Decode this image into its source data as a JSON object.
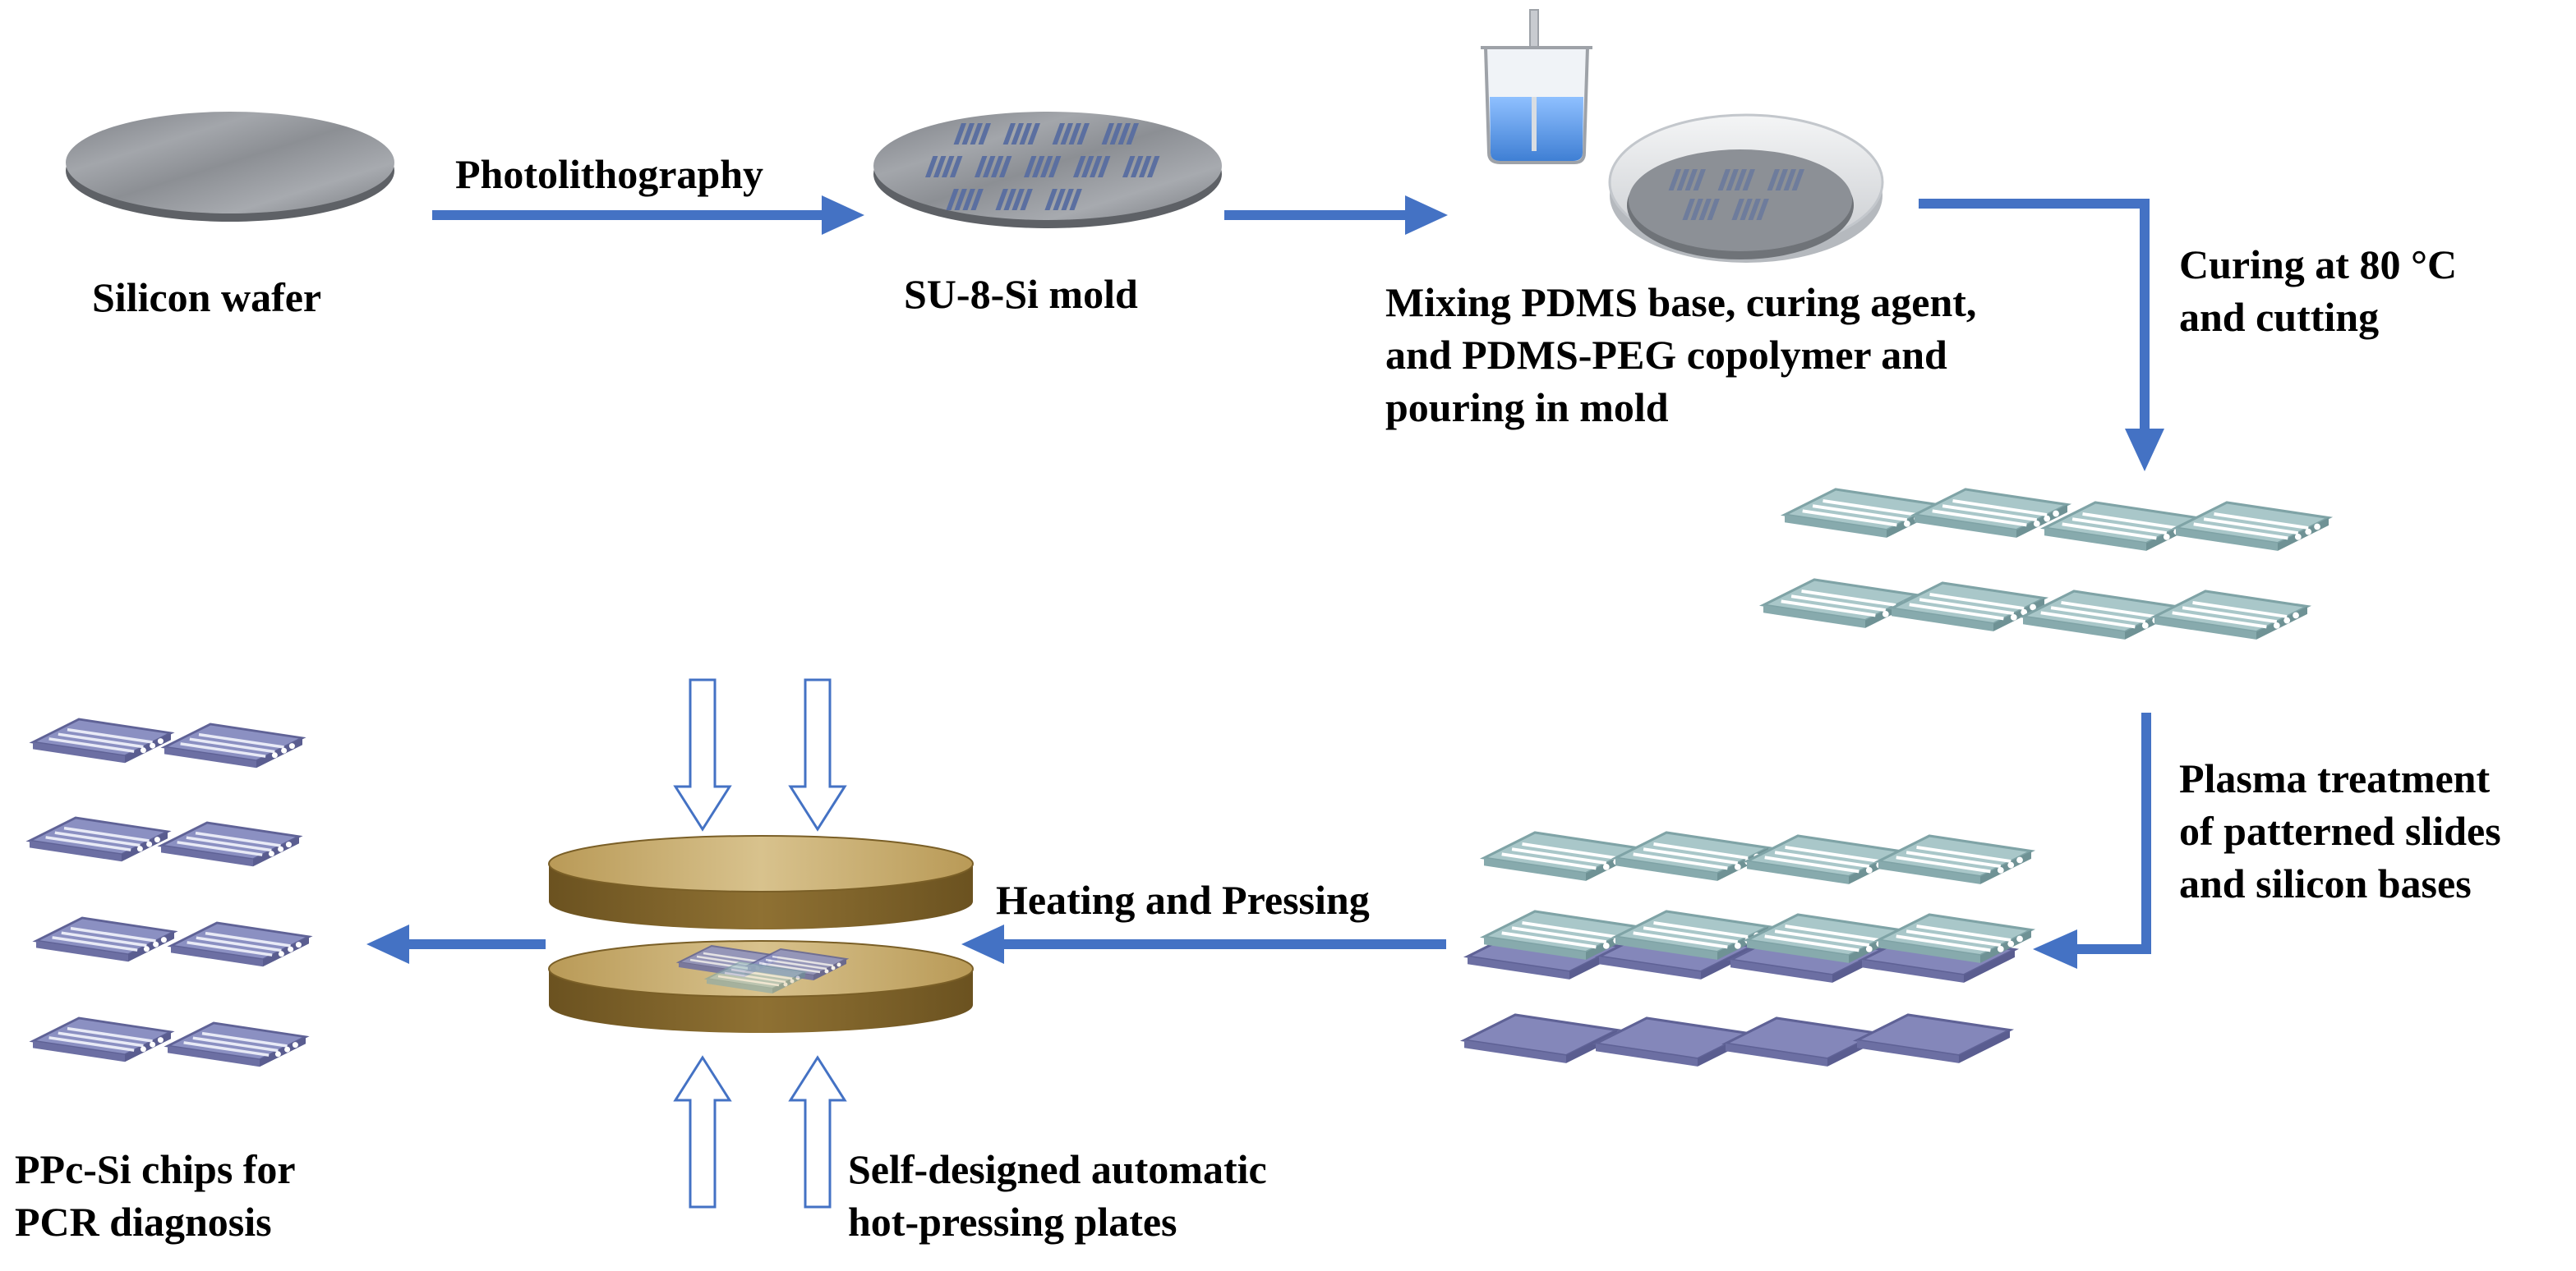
{
  "colors": {
    "arrow": "#4472C4",
    "wafer": "#8E9196",
    "slide_glass": "#A9C7C9",
    "silicon_base": "#8487BA",
    "press_plate": "#A5874A",
    "beaker_liquid": "#4F8FE0"
  },
  "labels": {
    "silicon_wafer": "Silicon wafer",
    "photolithography": "Photolithography",
    "su8_mold": "SU-8-Si mold",
    "mixing_line1": "Mixing PDMS base, curing agent,",
    "mixing_line2": "and PDMS-PEG copolymer and",
    "mixing_line3": "pouring in mold",
    "curing_line1": "Curing at 80 °C",
    "curing_line2": "and cutting",
    "plasma_line1": "Plasma treatment",
    "plasma_line2": "of patterned slides",
    "plasma_line3": "and silicon bases",
    "heating_pressing": "Heating and Pressing",
    "self_designed_line1": "Self-designed automatic",
    "self_designed_line2": "hot-pressing plates",
    "ppc_line1": "PPc-Si chips for",
    "ppc_line2": "PCR diagnosis"
  },
  "icons": [
    "silicon-wafer-icon",
    "su8-mold-icon",
    "beaker-icon",
    "pdms-mold-dish-icon",
    "patterned-slides-icon",
    "bonding-stack-icon",
    "hot-press-plates-icon",
    "press-arrow-icon",
    "finished-chips-icon"
  ]
}
